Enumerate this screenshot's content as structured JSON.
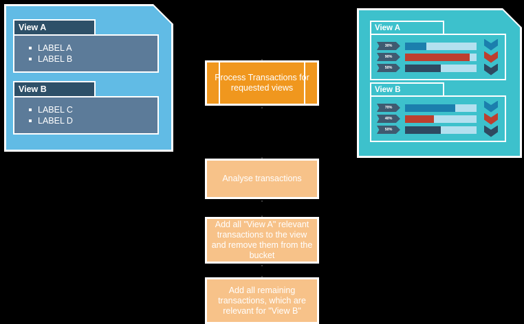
{
  "left_panel": {
    "name": "views-definition-document",
    "groups": [
      {
        "tab_label": "View A",
        "items": [
          "LABEL A",
          "LABEL B"
        ]
      },
      {
        "tab_label": "View B",
        "items": [
          "LABEL C",
          "LABEL D"
        ]
      }
    ]
  },
  "flow": {
    "steps": [
      {
        "id": "process",
        "label": "Process Transactions for requested views",
        "shape": "predefined-process",
        "color": "#f0971e"
      },
      {
        "id": "analyse",
        "label": "Analyse transactions",
        "shape": "process",
        "color": "#f7c289"
      },
      {
        "id": "add-view-a",
        "label": "Add all \"View A\" relevant transactions to the view and remove them from the bucket",
        "shape": "process",
        "color": "#f7c289"
      },
      {
        "id": "add-view-b",
        "label": "Add all remaining transactions, which are relevant for \"View B\"",
        "shape": "process",
        "color": "#f7c289"
      }
    ]
  },
  "right_panel": {
    "name": "views-result-document",
    "groups": [
      {
        "tab_label": "View A",
        "chart_data": {
          "type": "bar",
          "orientation": "horizontal",
          "title": "View A",
          "categories": [
            "30%",
            "90%",
            "50%"
          ],
          "values": [
            30,
            90,
            50
          ],
          "xlim": [
            0,
            100
          ],
          "track_color": "#b3e0ef",
          "bar_colors": [
            "#1b7fad",
            "#bd3f2e",
            "#2e4a61"
          ],
          "grid": false,
          "legend": "none"
        },
        "chevrons": [
          "#1b7fad",
          "#bd3f2e",
          "#2e4a61"
        ]
      },
      {
        "tab_label": "View B",
        "chart_data": {
          "type": "bar",
          "orientation": "horizontal",
          "title": "View B",
          "categories": [
            "70%",
            "40%",
            "50%"
          ],
          "values": [
            70,
            40,
            50
          ],
          "xlim": [
            0,
            100
          ],
          "track_color": "#b3e0ef",
          "bar_colors": [
            "#1b7fad",
            "#bd3f2e",
            "#2e4a61"
          ],
          "grid": false,
          "legend": "none"
        },
        "chevrons": [
          "#1b7fad",
          "#bd3f2e",
          "#2e4a61"
        ]
      }
    ]
  },
  "colors": {
    "background": "#000000",
    "left_panel_fill": "#61bbe5",
    "left_box_fill": "#5c7b99",
    "left_tab_fill": "#2e5068",
    "right_panel_fill": "#3dc1cc",
    "accent_orange": "#f0971e",
    "accent_orange_light": "#f7c289",
    "outline": "#ffffff"
  }
}
